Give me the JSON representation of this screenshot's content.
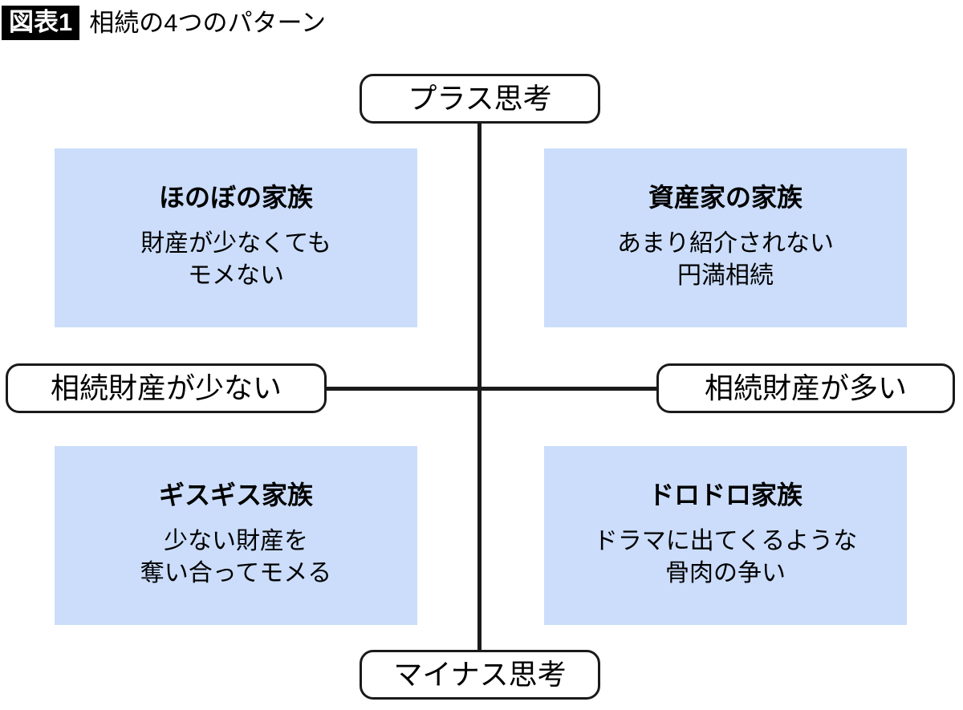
{
  "header": {
    "badge": "図表1",
    "title": "相続の4つのパターン"
  },
  "axes": {
    "top_label": "プラス思考",
    "bottom_label": "マイナス思考",
    "left_label": "相続財産が少ない",
    "right_label": "相続財産が多い"
  },
  "quadrants": {
    "top_left": {
      "title": "ほのぼの家族",
      "line1": "財産が少なくても",
      "line2": "モメない"
    },
    "top_right": {
      "title": "資産家の家族",
      "line1": "あまり紹介されない",
      "line2": "円満相続"
    },
    "bottom_left": {
      "title": "ギスギス家族",
      "line1": "少ない財産を",
      "line2": "奪い合ってモメる"
    },
    "bottom_right": {
      "title": "ドロドロ家族",
      "line1": "ドラマに出てくるような",
      "line2": "骨肉の争い"
    }
  },
  "colors": {
    "quadrant_fill": "#cbddfa",
    "line": "#1a1a1a",
    "badge_bg": "#000000",
    "badge_fg": "#ffffff",
    "background": "#ffffff"
  }
}
